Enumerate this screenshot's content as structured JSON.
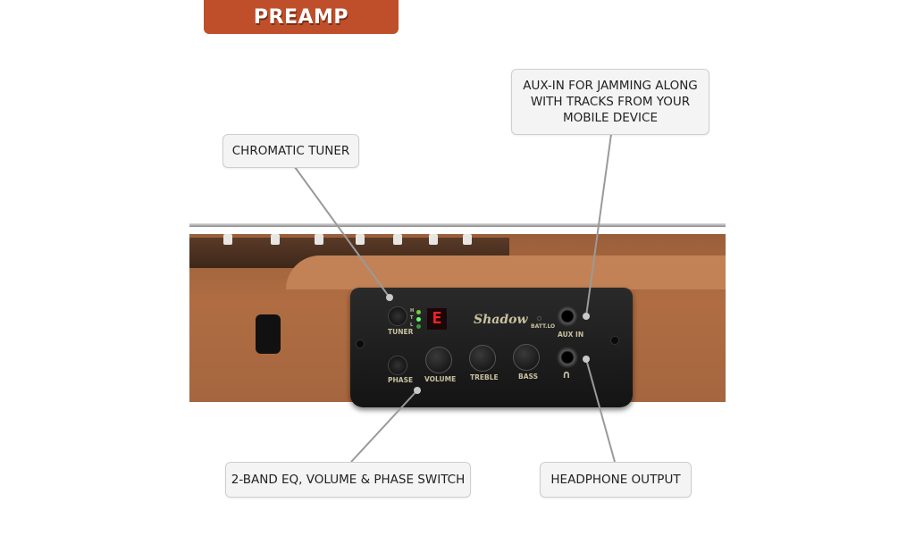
{
  "title": "PREAMP",
  "callouts": {
    "tuner": "CHROMATIC TUNER",
    "aux_line1": "AUX-IN FOR JAMMING ALONG",
    "aux_line2": "WITH TRACKS FROM YOUR",
    "aux_line3": "MOBILE DEVICE",
    "eq": "2-BAND EQ, VOLUME & PHASE SWITCH",
    "headphone": "HEADPHONE OUTPUT"
  },
  "panel": {
    "brand": "Shadow",
    "batt": "BATT.LO",
    "tuner": "TUNER",
    "phase": "PHASE",
    "volume": "VOLUME",
    "treble": "TREBLE",
    "bass": "BASS",
    "aux_in": "AUX IN",
    "display": "E",
    "led_h": "H",
    "led_t": "T",
    "led_l": "L"
  },
  "colors": {
    "banner": "#bf4f2a",
    "display": "#ff2222"
  }
}
